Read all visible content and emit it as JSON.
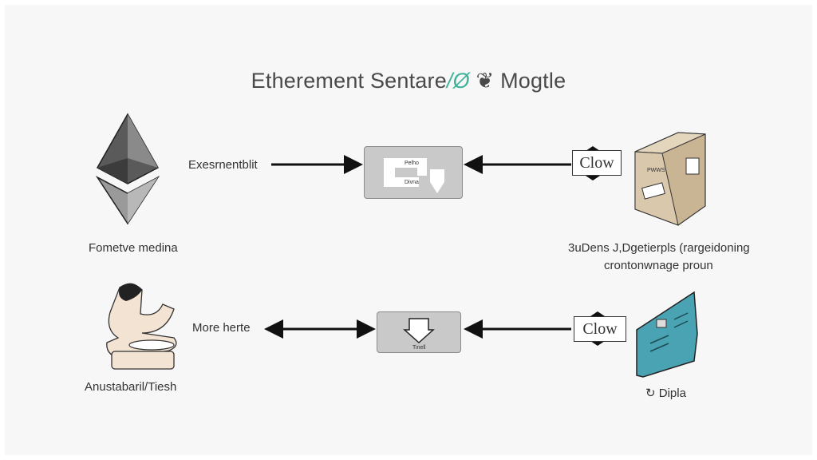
{
  "title": {
    "prefix": "Etherement Sentare",
    "glyph": "/Ø",
    "suffix": "Mogtle"
  },
  "rows": [
    {
      "left_icon": "ethereum-diamond-icon",
      "left_caption": "Fometve medina",
      "arrow_label": "Exesrnentblit",
      "center_box": {
        "icon": "flow-arrow-icon",
        "text_top": "Pelho",
        "text_bottom": "Divna"
      },
      "connector_tag": "Clow",
      "right_icon": "server-box-icon",
      "right_box_label": "PWWS",
      "right_caption_line1": "3uDens J,Dgetierpls (rargeidoning",
      "right_caption_line2": "crontonwnage proun"
    },
    {
      "left_icon": "person-writing-icon",
      "left_caption": "Anustabaril/Tiesh",
      "arrow_label": "More herte",
      "center_box": {
        "icon": "shield-arrow-icon",
        "text_bottom": "Tinell"
      },
      "connector_tag": "Clow",
      "right_icon": "display-panel-icon",
      "right_caption": "Dipla"
    }
  ],
  "colors": {
    "background": "#f7f7f7",
    "box_fill": "#c9c9c9",
    "server_box": "#d9c8ac",
    "display_panel": "#4aa3b2",
    "accent": "#3fb39a"
  }
}
